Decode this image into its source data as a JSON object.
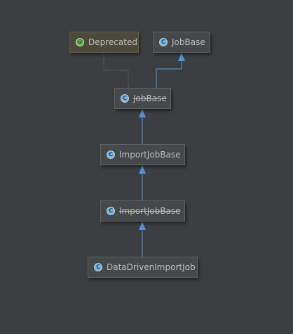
{
  "diagram": {
    "nodes": {
      "deprecated_annotation": {
        "label": "Deprecated",
        "kind": "annotation",
        "badge": "@",
        "deprecated": false
      },
      "jobbase_new": {
        "label": "JobBase",
        "kind": "class",
        "badge": "C",
        "deprecated": false
      },
      "jobbase_old": {
        "label": "JobBase",
        "kind": "class",
        "badge": "C",
        "deprecated": true
      },
      "importjobbase_new": {
        "label": "ImportJobBase",
        "kind": "class",
        "badge": "C",
        "deprecated": false
      },
      "importjobbase_old": {
        "label": "ImportJobBase",
        "kind": "class",
        "badge": "C",
        "deprecated": true
      },
      "datadriven": {
        "label": "DataDrivenImportJob",
        "kind": "class",
        "badge": "C",
        "deprecated": false
      }
    },
    "edges": [
      {
        "from": "jobbase_old",
        "to": "deprecated_annotation",
        "type": "annotated-by",
        "style": "dotted"
      },
      {
        "from": "jobbase_old",
        "to": "jobbase_new",
        "type": "extends",
        "style": "solid"
      },
      {
        "from": "importjobbase_new",
        "to": "jobbase_old",
        "type": "extends",
        "style": "solid"
      },
      {
        "from": "importjobbase_old",
        "to": "importjobbase_new",
        "type": "extends",
        "style": "solid"
      },
      {
        "from": "datadriven",
        "to": "importjobbase_old",
        "type": "extends",
        "style": "solid"
      }
    ],
    "colors": {
      "background": "#3c3f41",
      "edge_extends": "#5d8fd6",
      "edge_annotation": "#7a8a4a",
      "text": "#bbbbbb"
    }
  }
}
